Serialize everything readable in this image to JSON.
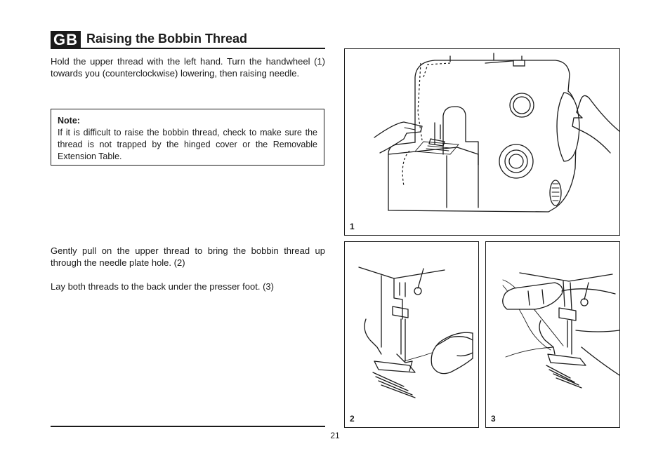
{
  "section": {
    "badge": "GB",
    "title": "Raising the Bobbin Thread"
  },
  "paragraphs": {
    "intro": "Hold the upper thread with the left hand. Turn the handwheel (1) towards you (counterclockwise) lowering, then raising needle.",
    "step_pull": "Gently pull on the upper thread to bring the bobbin thread up through the needle plate hole. (2)",
    "step_lay": "Lay both threads to the back under the presser foot. (3)"
  },
  "note": {
    "title": "Note:",
    "text": "If it is difficult to raise the bobbin thread, check to make sure the thread is not trapped by the hinged cover or the Removable Extension Table."
  },
  "figures": [
    {
      "number": "1"
    },
    {
      "number": "2"
    },
    {
      "number": "3"
    }
  ],
  "page_number": "21"
}
